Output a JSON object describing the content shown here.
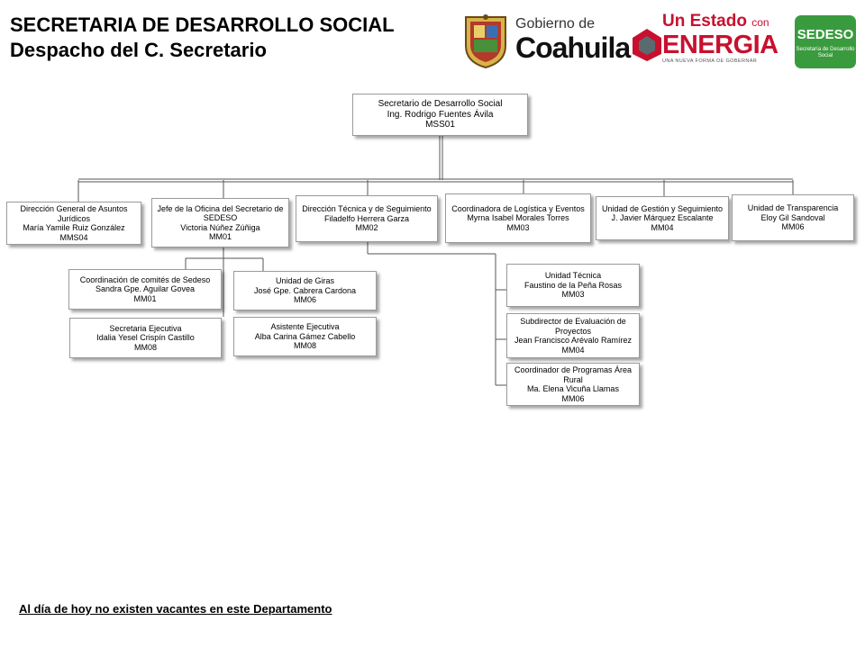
{
  "header": {
    "title_line1": "SECRETARIA DE DESARROLLO SOCIAL",
    "title_line2": "Despacho del C. Secretario"
  },
  "logos": {
    "coahuila": {
      "small": "Gobierno de",
      "big": "Coahuila"
    },
    "energia": {
      "top": "Un Estado",
      "top_small": "con",
      "main": "ENERGIA",
      "tagline": "UNA NUEVA FORMA DE GOBERNAR"
    },
    "sedeso": {
      "name": "SEDESO",
      "subtitle": "Secretaría de Desarrollo Social"
    }
  },
  "colors": {
    "sedeso_green": "#3a9b3e",
    "energia_red": "#c8102e"
  },
  "org": {
    "root": {
      "lines": [
        "Secretario de Desarrollo Social",
        "Ing. Rodrigo Fuentes Ávila",
        "MSS01"
      ]
    },
    "level1": [
      {
        "lines": [
          "Dirección General de Asuntos Jurídicos",
          "María Yamile Ruiz González",
          "MMS04"
        ]
      },
      {
        "lines": [
          "Jefe de la Oficina del Secretario de SEDESO",
          "Victoria Núñez Zúñiga",
          "MM01"
        ]
      },
      {
        "lines": [
          "Dirección Técnica y de Seguimiento",
          "Filadelfo Herrera Garza",
          "MM02"
        ]
      },
      {
        "lines": [
          "Coordinadora de Logística y Eventos",
          "Myrna Isabel Morales Torres",
          "MM03"
        ]
      },
      {
        "lines": [
          "Unidad de Gestión y Seguimiento",
          "J. Javier Márquez Escalante",
          "MM04"
        ]
      },
      {
        "lines": [
          "Unidad de Transparencia",
          "Eloy Gil Sandoval",
          "MM06"
        ]
      }
    ],
    "oficina_children": [
      {
        "lines": [
          "Coordinación  de comités de Sedeso",
          "Sandra Gpe. Aguilar Govea",
          "MM01"
        ]
      },
      {
        "lines": [
          "Unidad de  Giras",
          "José Gpe. Cabrera Cardona",
          "MM06"
        ]
      },
      {
        "lines": [
          "Secretaria Ejecutiva",
          "Idalia Yesel Crispín Castillo",
          "MM08"
        ]
      },
      {
        "lines": [
          "Asistente Ejecutiva",
          "Alba Carina Gámez Cabello",
          "MM08"
        ]
      }
    ],
    "tecnica_children": [
      {
        "lines": [
          "Unidad Técnica",
          "Faustino de la Peña Rosas",
          "MM03"
        ]
      },
      {
        "lines": [
          "Subdirector de Evaluación de Proyectos",
          "Jean Francisco Arévalo Ramírez",
          "MM04"
        ]
      },
      {
        "lines": [
          "Coordinador de Programas Área Rural",
          "Ma. Elena Vicuña Llamas",
          "MM06"
        ]
      }
    ]
  },
  "footer": {
    "note": "Al día de hoy no existen vacantes en este Departamento"
  }
}
